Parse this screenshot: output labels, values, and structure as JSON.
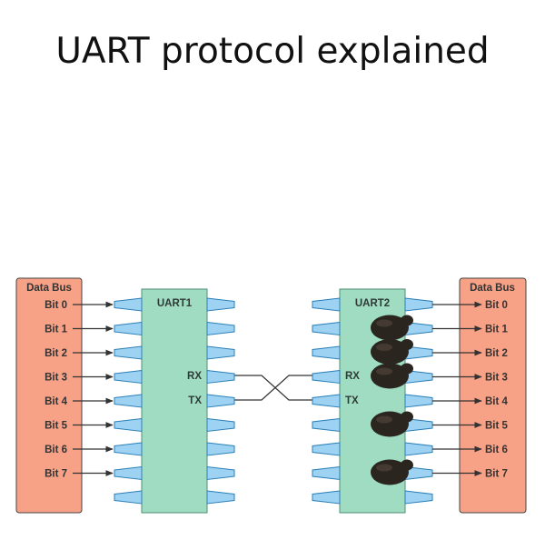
{
  "title": "UART protocol explained",
  "left_bus": {
    "header": "Data Bus",
    "bits": [
      "Bit 0",
      "Bit 1",
      "Bit 2",
      "Bit 3",
      "Bit 4",
      "Bit 5",
      "Bit 6",
      "Bit 7"
    ]
  },
  "right_bus": {
    "header": "Data Bus",
    "bits": [
      "Bit 0",
      "Bit 1",
      "Bit 2",
      "Bit 3",
      "Bit 4",
      "Bit 5",
      "Bit 6",
      "Bit 7"
    ]
  },
  "uart1": {
    "label": "UART1",
    "rx": "RX",
    "tx": "TX"
  },
  "uart2": {
    "label": "UART2",
    "rx": "RX",
    "tx": "TX"
  },
  "blobs_at_bits": [
    1,
    2,
    3,
    5,
    7
  ],
  "colors": {
    "bus_fill": "#f7a186",
    "bus_stroke": "#444444",
    "chip_fill": "#9fdcc2",
    "pin_fill": "#9ed2f2",
    "pin_stroke": "#2a7fb8",
    "blob": "#2b2520"
  }
}
